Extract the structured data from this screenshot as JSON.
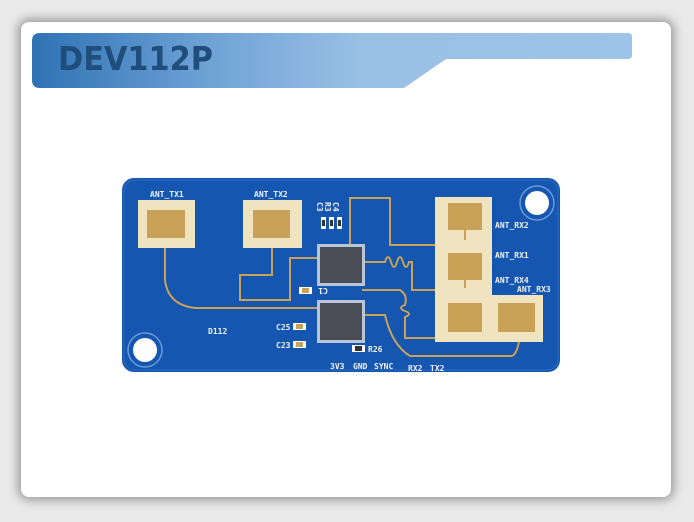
{
  "title": "DEV112P",
  "colors": {
    "banner_dark": "#2f72b4",
    "banner_light": "#9dc3e6",
    "title": "#1f4e7d",
    "pcb": "#1456b0",
    "gold": "#c9a257",
    "silk": "#efe3c0"
  },
  "board": {
    "labels": {
      "ant_tx1": "ANT_TX1",
      "ant_tx2": "ANT_TX2",
      "ant_rx2": "ANT_RX2",
      "ant_rx1": "ANT_RX1",
      "ant_rx4": "ANT_RX4",
      "ant_rx3": "ANT_RX3",
      "d112": "D112",
      "c25": "C25",
      "c23": "C23",
      "c1": "C1",
      "r26": "R26",
      "c3": "C3",
      "r3": "R3",
      "c4": "C4"
    },
    "pins": [
      "3V3",
      "GND",
      "SYNC",
      "RX2",
      "TX2"
    ]
  }
}
